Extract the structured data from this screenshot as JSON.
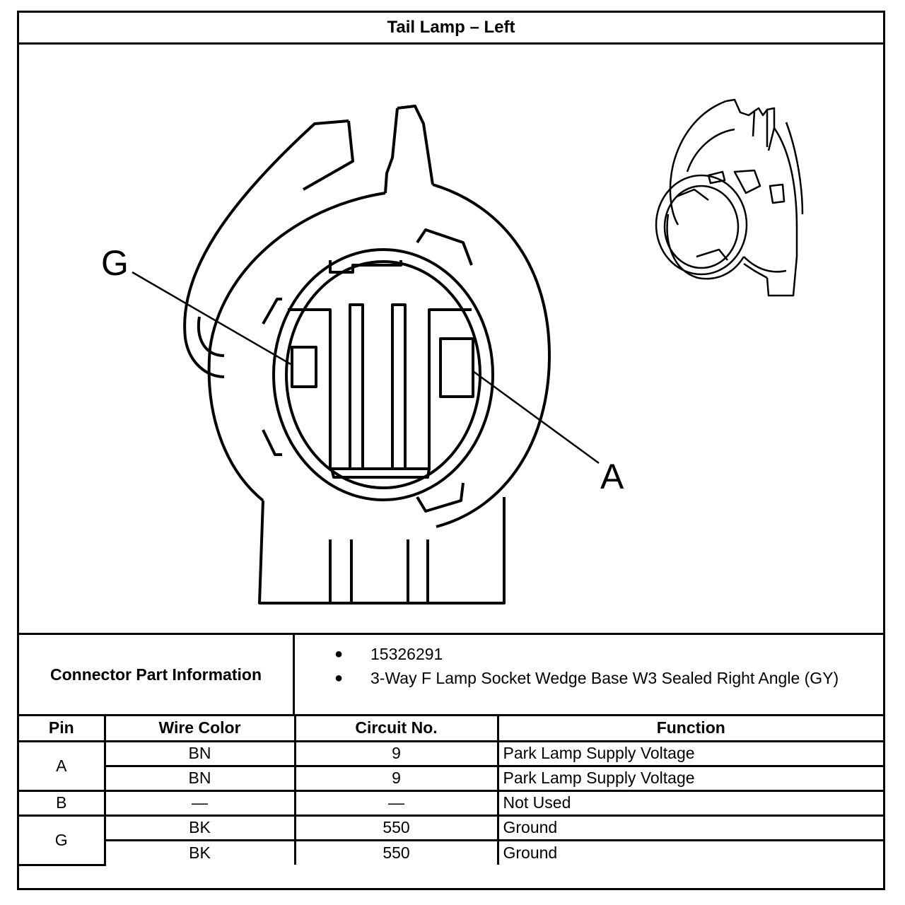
{
  "title": "Tail Lamp – Left",
  "diagram": {
    "callouts": [
      {
        "id": "g",
        "label": "G"
      },
      {
        "id": "a",
        "label": "A"
      }
    ]
  },
  "connector_info": {
    "label": "Connector Part Information",
    "items": [
      "15326291",
      "3-Way F Lamp Socket Wedge Base W3 Sealed Right Angle (GY)"
    ]
  },
  "table": {
    "headers": {
      "pin": "Pin",
      "wire_color": "Wire Color",
      "circuit_no": "Circuit No.",
      "function": "Function"
    },
    "groups": [
      {
        "pin": "A",
        "rows": [
          {
            "wire_color": "BN",
            "circuit_no": "9",
            "function": "Park Lamp Supply Voltage"
          },
          {
            "wire_color": "BN",
            "circuit_no": "9",
            "function": "Park Lamp Supply Voltage"
          }
        ]
      },
      {
        "pin": "B",
        "rows": [
          {
            "wire_color": "—",
            "circuit_no": "—",
            "function": "Not Used"
          }
        ]
      },
      {
        "pin": "G",
        "rows": [
          {
            "wire_color": "BK",
            "circuit_no": "550",
            "function": "Ground"
          },
          {
            "wire_color": "BK",
            "circuit_no": "550",
            "function": "Ground"
          }
        ]
      }
    ]
  }
}
